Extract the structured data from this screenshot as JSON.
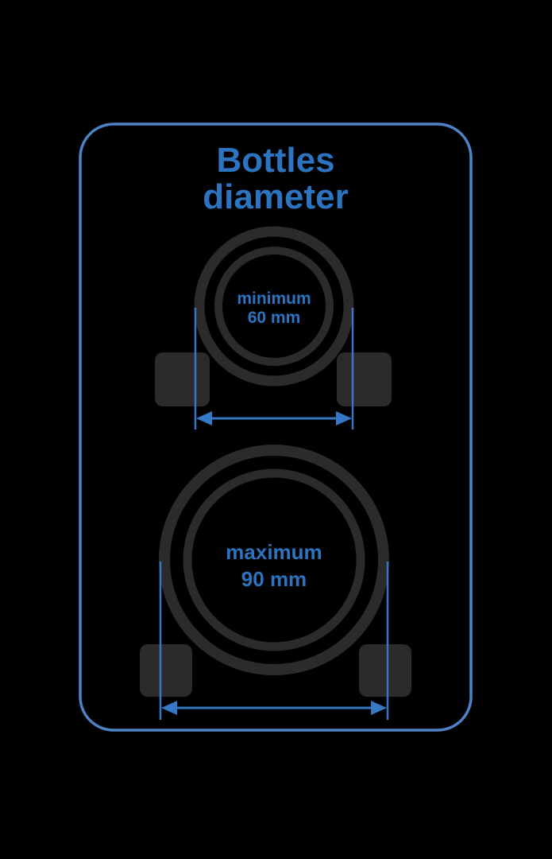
{
  "title": {
    "line1": "Bottles",
    "line2": "diameter"
  },
  "bottles": {
    "min": {
      "label": "minimum",
      "value": "60 mm"
    },
    "max": {
      "label": "maximum",
      "value": "90 mm"
    }
  },
  "colors": {
    "background": "#000000",
    "panel_border": "#4d83c4",
    "title_text": "#2d74c0",
    "label_text": "#2d74c0",
    "ring": "#2b2b2b",
    "support": "#2b2b2b",
    "dimension": "#3579c6"
  }
}
